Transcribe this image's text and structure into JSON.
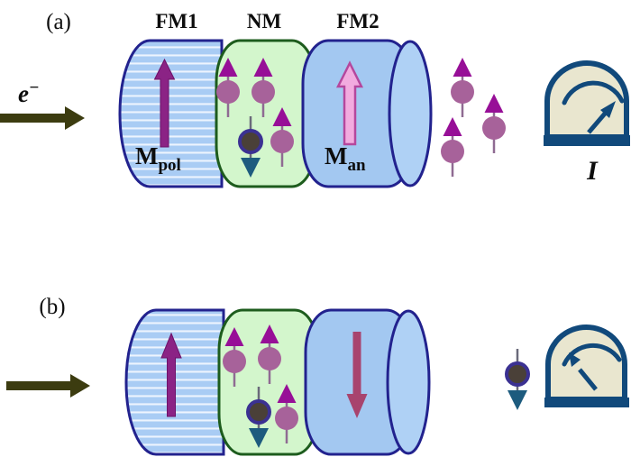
{
  "labels": {
    "panel_a": "(a)",
    "panel_b": "(b)",
    "electron_base": "e",
    "electron_sup": "−",
    "layer_fm1": "FM1",
    "layer_nm": "NM",
    "layer_fm2": "FM2",
    "m_pol_base": "M",
    "m_pol_sub": "pol",
    "m_an_base": "M",
    "m_an_sub": "an",
    "current": "I"
  },
  "colors": {
    "background": "#ffffff",
    "cylinder_border": "#22228e",
    "fm_fill": "#a3c8f1",
    "fm_stripe": "#edf4fe",
    "fm_cap_fill": "#afd1f5",
    "nm_fill": "#d3f6cc",
    "nm_border": "#1d5c1d",
    "magnetization_arrow": "#8b2385",
    "analyzer_arrow_fill": "#f2abdf",
    "analyzer_arrow_stroke": "#b5479d",
    "analyzer_down_arrow": "#a8446e",
    "spin_circle": "#a7629a",
    "spin_up_head": "#970f97",
    "spin_down_circle": "#4a4038",
    "spin_down_ring": "#3b3192",
    "spin_down_head": "#1d5b7e",
    "electron_arrow": "#3c3c10",
    "meter_face": "#e9e6cf",
    "meter_frame": "#11497b",
    "text": "#0d0d0d"
  },
  "icons": {
    "spin_up": "circle-with-up-arrow",
    "spin_down": "dark-circle-with-down-arrow",
    "ammeter": "dome-gauge-with-needle",
    "electron_flow": "thick-right-arrow"
  },
  "diagram": {
    "panels": [
      {
        "id": "a",
        "layers": [
          {
            "name": "FM1",
            "role": "polarizer",
            "magnetization": "up",
            "label": "Mpol"
          },
          {
            "name": "NM",
            "spins": {
              "up": 3,
              "down": 1
            }
          },
          {
            "name": "FM2",
            "role": "analyzer",
            "magnetization": "up",
            "label": "Man"
          }
        ],
        "transmitted_spins": {
          "up": 3,
          "down": 0
        },
        "meter": {
          "label": "I",
          "needle": "right",
          "reading": "high"
        }
      },
      {
        "id": "b",
        "layers": [
          {
            "name": "FM1",
            "role": "polarizer",
            "magnetization": "up"
          },
          {
            "name": "NM",
            "spins": {
              "up": 3,
              "down": 1
            }
          },
          {
            "name": "FM2",
            "role": "analyzer",
            "magnetization": "down"
          }
        ],
        "transmitted_spins": {
          "up": 0,
          "down": 1
        },
        "meter": {
          "needle": "left",
          "reading": "low"
        }
      }
    ]
  }
}
